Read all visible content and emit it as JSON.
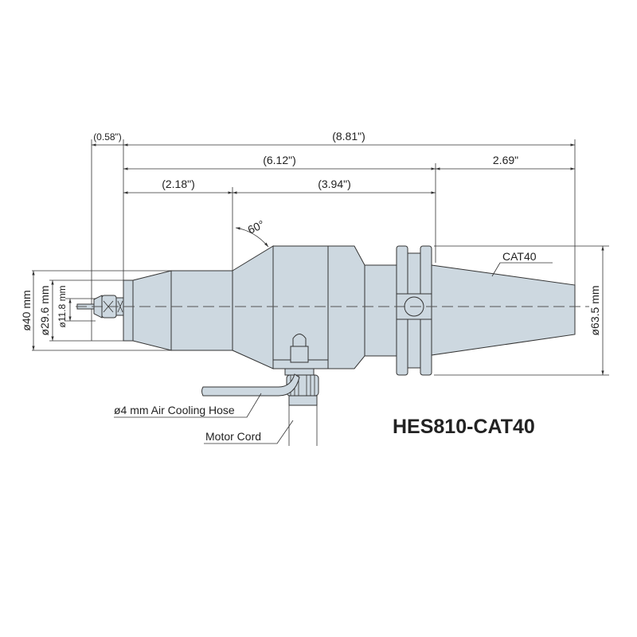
{
  "dimensions": {
    "overhang": "(0.58\")",
    "overall": "(8.81\")",
    "body_length": "(6.12\")",
    "shank_length": "2.69\"",
    "nose_length": "(2.18\")",
    "mid_length": "(3.94\")",
    "angle": "60°",
    "dia_40": "ø40 mm",
    "dia_29_6": "ø29.6 mm",
    "dia_11_8": "ø11.8 mm",
    "dia_63_5": "ø63.5 mm"
  },
  "labels": {
    "taper": "CAT40",
    "hose": "ø4 mm Air Cooling Hose",
    "cord": "Motor Cord",
    "model": "HES810-CAT40"
  },
  "colors": {
    "body": "#cdd8e0"
  }
}
